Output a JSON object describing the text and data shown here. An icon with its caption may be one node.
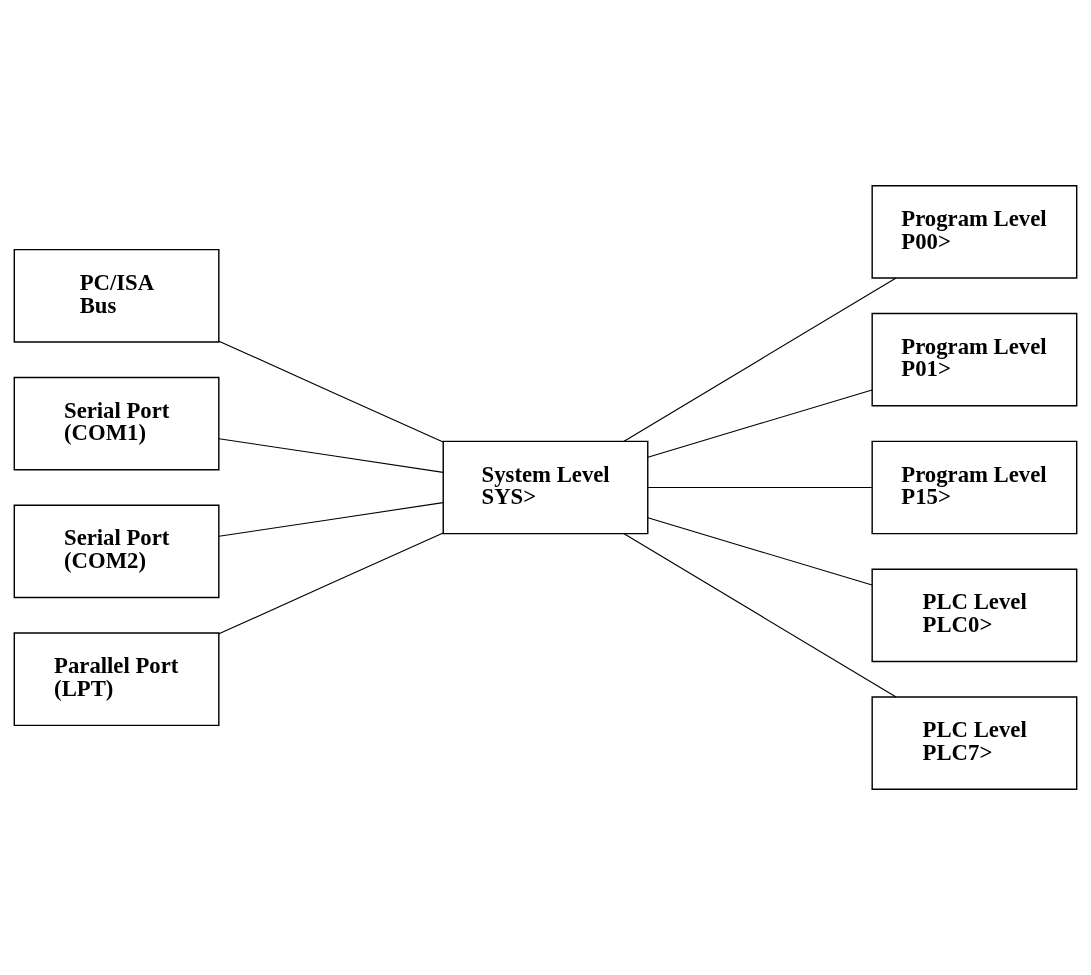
{
  "diagram": {
    "nodes": [
      {
        "text": [
          "PC/ISA",
          "Bus"
        ]
      },
      {
        "text": [
          "Serial Port",
          "(COM1)"
        ]
      },
      {
        "text": [
          "Serial Port",
          "(COM2)"
        ]
      },
      {
        "text": [
          "Parallel Port",
          "(LPT)"
        ]
      },
      {
        "text": [
          "System Level",
          "SYS>"
        ]
      },
      {
        "text": [
          "Program Level",
          "P00>"
        ]
      },
      {
        "text": [
          "Program Level",
          "P01>"
        ]
      },
      {
        "text": [
          "Program Level",
          "P15>"
        ]
      },
      {
        "text": [
          "PLC Level",
          "PLC0>"
        ]
      },
      {
        "text": [
          "PLC Level",
          "PLC7>"
        ]
      }
    ],
    "edges": [
      {
        "from": 0,
        "to": 4,
        "arrow": "none"
      },
      {
        "from": 1,
        "to": 4,
        "arrow": "none"
      },
      {
        "from": 2,
        "to": 4,
        "arrow": "none"
      },
      {
        "from": 3,
        "to": 4,
        "arrow": "none"
      },
      {
        "from": 4,
        "to": 5,
        "arrow": "none"
      },
      {
        "from": 4,
        "to": 6,
        "arrow": "none"
      },
      {
        "from": 4,
        "to": 7,
        "arrow": "none"
      },
      {
        "from": 4,
        "to": 8,
        "arrow": "none"
      },
      {
        "from": 4,
        "to": 9,
        "arrow": "none"
      }
    ]
  }
}
